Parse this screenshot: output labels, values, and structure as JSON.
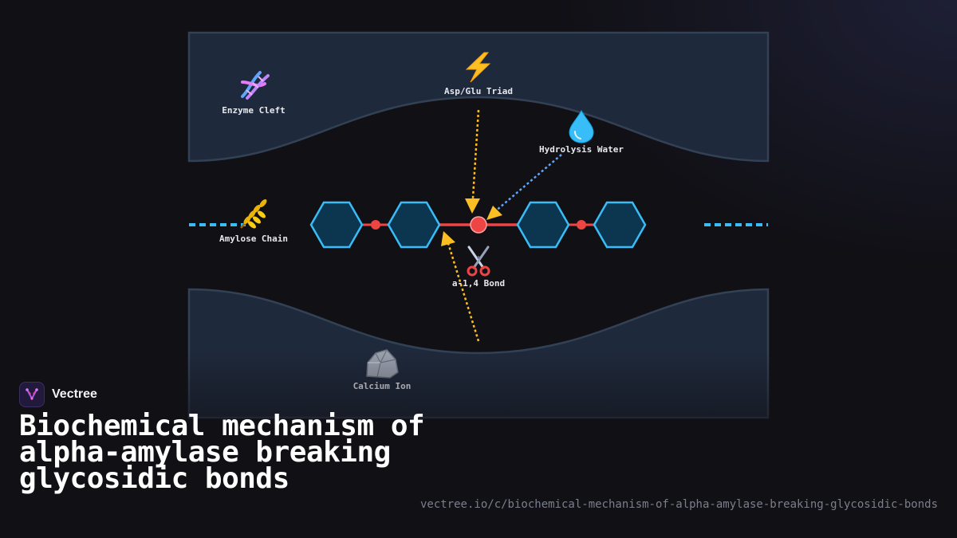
{
  "brand": {
    "name": "Vectree"
  },
  "title": "Biochemical mechanism of alpha-amylase breaking glycosidic bonds",
  "source_url": "vectree.io/c/biochemical-mechanism-of-alpha-amylase-breaking-glycosidic-bonds",
  "diagram": {
    "labels": {
      "enzyme_cleft": "Enzyme Cleft",
      "catalytic_triad": "Asp/Glu Triad",
      "water": "Hydrolysis Water",
      "amylose_chain": "Amylose Chain",
      "bond": "a-1,4 Bond",
      "calcium": "Calcium Ion"
    },
    "icons": {
      "enzyme_cleft": "dna-icon",
      "catalytic_triad": "lightning-icon",
      "water": "water-drop-icon",
      "amylose_chain": "wheat-icon",
      "bond": "scissors-icon",
      "calcium": "rock-icon"
    },
    "colors": {
      "enzyme_panel": "#1e293b",
      "enzyme_border": "#334155",
      "glucose_ring": "#38bdf8",
      "glucose_fill": "#0c3550",
      "bond": "#ef4444",
      "catalyst_arrow": "#fbbf24",
      "water_arrow": "#60a5fa"
    }
  }
}
